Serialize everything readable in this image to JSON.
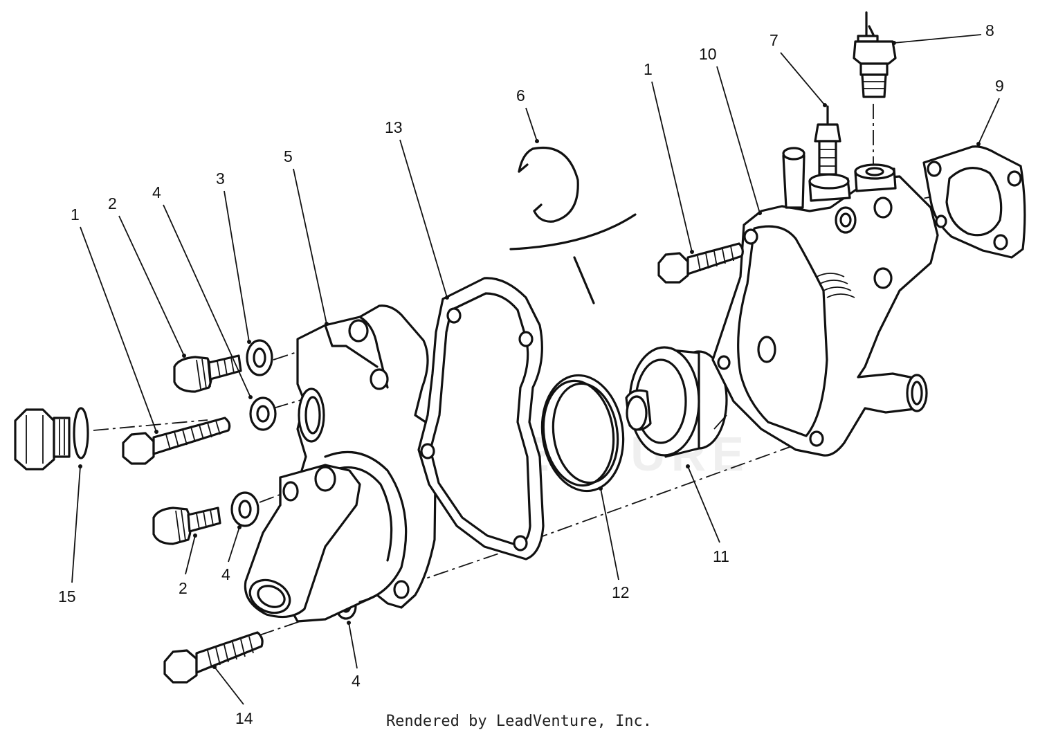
{
  "diagram": {
    "callouts": [
      {
        "id": "c1a",
        "label": "1"
      },
      {
        "id": "c2a",
        "label": "2"
      },
      {
        "id": "c4a",
        "label": "4"
      },
      {
        "id": "c3",
        "label": "3"
      },
      {
        "id": "c5",
        "label": "5"
      },
      {
        "id": "c13",
        "label": "13"
      },
      {
        "id": "c6",
        "label": "6"
      },
      {
        "id": "c1b",
        "label": "1"
      },
      {
        "id": "c10",
        "label": "10"
      },
      {
        "id": "c7",
        "label": "7"
      },
      {
        "id": "c8",
        "label": "8"
      },
      {
        "id": "c9",
        "label": "9"
      },
      {
        "id": "c15",
        "label": "15"
      },
      {
        "id": "c2b",
        "label": "2"
      },
      {
        "id": "c4b",
        "label": "4"
      },
      {
        "id": "c4c",
        "label": "4"
      },
      {
        "id": "c14",
        "label": "14"
      },
      {
        "id": "c12",
        "label": "12"
      },
      {
        "id": "c11",
        "label": "11"
      }
    ]
  },
  "footer": {
    "credit": "Rendered by LeadVenture, Inc."
  }
}
